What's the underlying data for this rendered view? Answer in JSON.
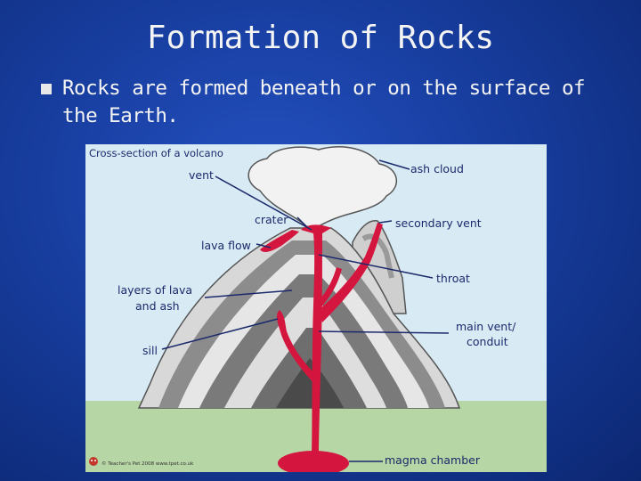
{
  "slide": {
    "title": "Formation of Rocks",
    "bullet_text": "Rocks are formed beneath or on the surface of the Earth."
  },
  "diagram": {
    "heading": "Cross-section of a volcano",
    "labels": {
      "ash_cloud": "ash cloud",
      "vent": "vent",
      "crater": "crater",
      "secondary_vent": "secondary vent",
      "lava_flow": "lava flow",
      "throat": "throat",
      "layers_line1": "layers of lava",
      "layers_line2": "and ash",
      "main_vent_line1": "main vent/",
      "main_vent_line2": "conduit",
      "sill": "sill",
      "magma_chamber": "magma chamber"
    },
    "credit": "© Teacher's Pet 2008 www.tpet.co.uk"
  },
  "colors": {
    "background": "#173d9e",
    "sky": "#d8ebf5",
    "ground": "#b7d6a5",
    "magma": "#d4163f",
    "rock_dark": "#6a6a6a",
    "rock_light": "#dcdcdc"
  }
}
